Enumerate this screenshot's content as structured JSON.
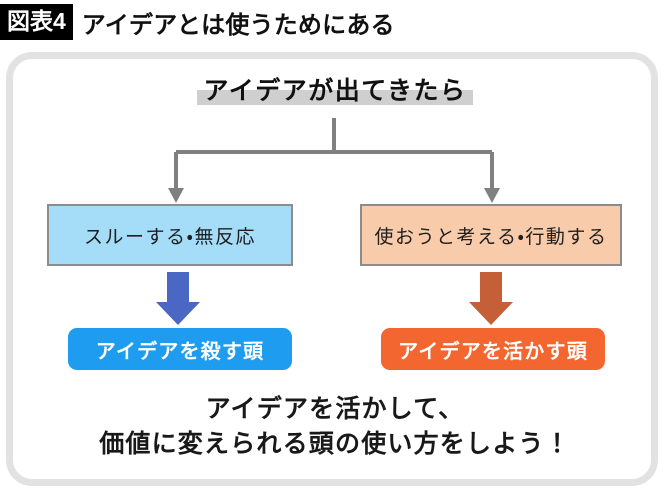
{
  "title": {
    "badge": "図表4",
    "heading": "アイデアとは使うためにある"
  },
  "diagram": {
    "top_heading": "アイデアが出てきたら",
    "branches": [
      {
        "choice_label": "スルーする・無反応",
        "choice_fill": "#a5ddf8",
        "choice_border": "#8c8c8c",
        "arrow_color": "#4a67c4",
        "result_label": "アイデアを殺す頭",
        "result_fill": "#1e9cf0"
      },
      {
        "choice_label": "使おうと考える・行動する",
        "choice_fill": "#f8cbaa",
        "choice_border": "#8c8c8c",
        "arrow_color": "#c45f38",
        "result_label": "アイデアを活かす頭",
        "result_fill": "#f4662f"
      }
    ],
    "connector_color": "#808080",
    "highlight_color": "#cfcfcf",
    "frame_color": "#e2e2e2"
  },
  "conclusion": {
    "line1": "アイデアを活かして、",
    "line2": "価値に変えられる頭の使い方をしよう！"
  }
}
